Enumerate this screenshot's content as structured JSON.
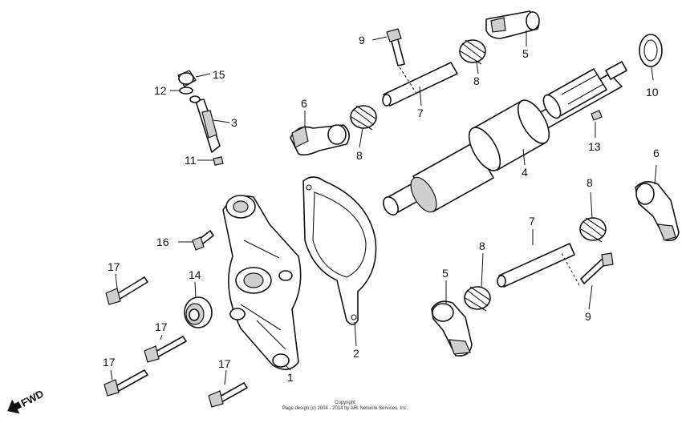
{
  "callouts": {
    "c1": "1",
    "c2": "2",
    "c3": "3",
    "c4": "4",
    "c5a": "5",
    "c5b": "5",
    "c6a": "6",
    "c6b": "6",
    "c7a": "7",
    "c7b": "7",
    "c8a": "8",
    "c8b": "8",
    "c8c": "8",
    "c8d": "8",
    "c9a": "9",
    "c9b": "9",
    "c10": "10",
    "c11": "11",
    "c12": "12",
    "c13": "13",
    "c14": "14",
    "c15": "15",
    "c16": "16",
    "c17a": "17",
    "c17b": "17",
    "c17c": "17",
    "c17d": "17"
  },
  "fwd": {
    "label": "FWD"
  },
  "copyright": {
    "line1": "Copyright",
    "line2": "Page design (c) 2004 - 2014 by ARI Network Services, Inc."
  }
}
